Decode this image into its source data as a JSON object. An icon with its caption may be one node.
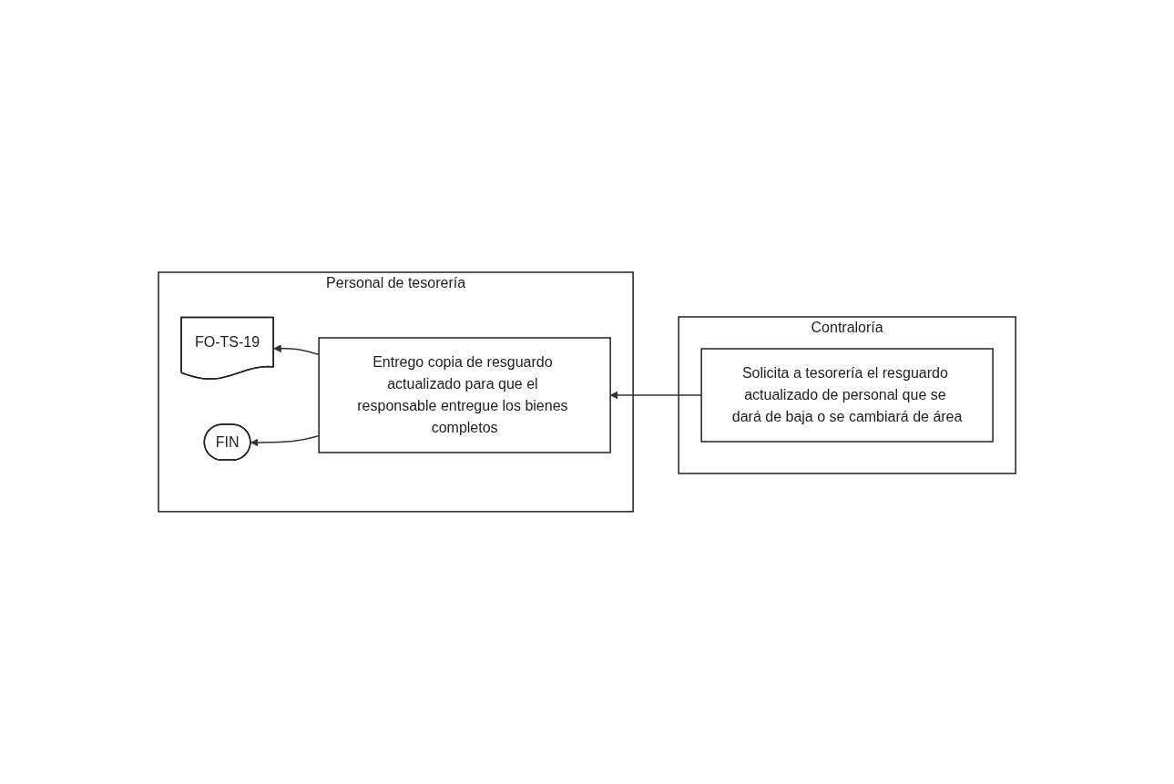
{
  "diagram": {
    "nodes": [
      {
        "text": [
          "Personal de tesorería"
        ]
      },
      {
        "text": [
          "Entrego copia de resguardo actualizado para que el responsable entregue los bienes completos"
        ],
        "in": 0
      },
      {
        "text": [
          "FO-TS-19"
        ],
        "in": 0
      },
      {
        "text": [
          "FIN"
        ],
        "in": 0
      },
      {
        "text": [
          "Contraloría"
        ]
      },
      {
        "text": [
          "Solicita a tesorería el resguardo actualizado de personal que se dará de baja o se cambiará de área"
        ],
        "in": 4
      }
    ],
    "edges": [
      {
        "from": 5,
        "to": 1,
        "arrow": "to"
      },
      {
        "from": 1,
        "to": 2,
        "arrow": "to"
      },
      {
        "from": 1,
        "to": 3,
        "arrow": "to"
      }
    ]
  }
}
